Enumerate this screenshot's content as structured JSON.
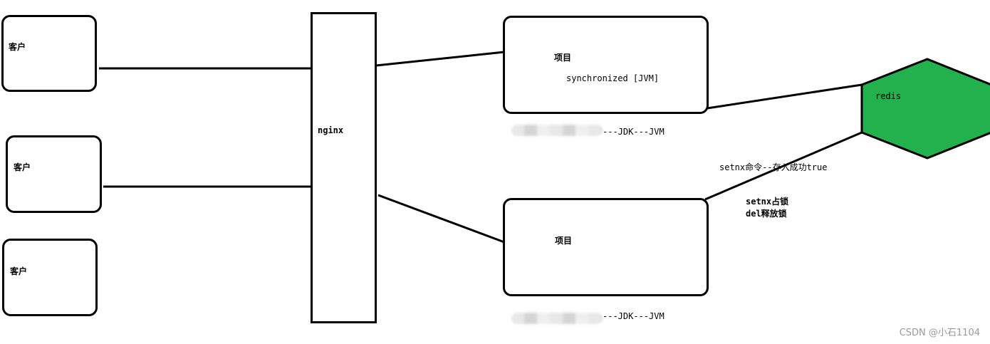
{
  "clients": [
    "客户",
    "客户",
    "客户"
  ],
  "nginx": "nginx",
  "project_top": {
    "title": "项目",
    "sub": "synchronized [JVM]"
  },
  "project_bottom": {
    "title": "项目"
  },
  "jdk_top": "---JDK---JVM",
  "jdk_bottom": "---JDK---JVM",
  "redis": {
    "label": "redis",
    "color": "#22b14c"
  },
  "notes": {
    "setnx_cmd": "setnx命令--存入成功true",
    "setnx_lock": "setnx占锁",
    "del_release": "del释放锁"
  },
  "watermark": "CSDN @小石1104"
}
